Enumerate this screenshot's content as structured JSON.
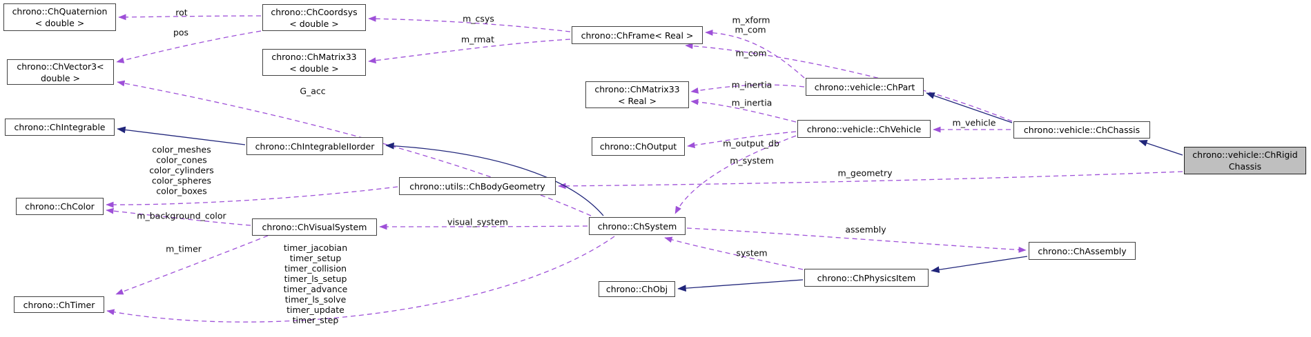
{
  "diagram": {
    "kind": "doxygen-collaboration-graph",
    "current_class": "chrono::vehicle::ChRigidChassis"
  },
  "colors": {
    "usage_edge": "#9e50d8",
    "inheritance_edge": "#20257a",
    "node_border": "#404040",
    "node_fill": "#ffffff",
    "current_node_fill": "#bfbfbf"
  },
  "nodes": {
    "quaternion": {
      "line1": "chrono::ChQuaternion",
      "line2": "< double >"
    },
    "vector3": {
      "line1": "chrono::ChVector3<",
      "line2": "double >"
    },
    "coordsys": {
      "line1": "chrono::ChCoordsys",
      "line2": "< double >"
    },
    "matrix33_double": {
      "line1": "chrono::ChMatrix33",
      "line2": "< double >"
    },
    "frame": {
      "line1": "chrono::ChFrame< Real >"
    },
    "matrix33_real": {
      "line1": "chrono::ChMatrix33",
      "line2": "< Real >"
    },
    "output": {
      "line1": "chrono::ChOutput"
    },
    "part": {
      "line1": "chrono::vehicle::ChPart"
    },
    "vehicle": {
      "line1": "chrono::vehicle::ChVehicle"
    },
    "chassis": {
      "line1": "chrono::vehicle::ChChassis"
    },
    "rigid_chassis": {
      "line1": "chrono::vehicle::ChRigid",
      "line2": "Chassis"
    },
    "integrable": {
      "line1": "chrono::ChIntegrable"
    },
    "integrable_iiorder": {
      "line1": "chrono::ChIntegrableIIorder"
    },
    "body_geometry": {
      "line1": "chrono::utils::ChBodyGeometry"
    },
    "color": {
      "line1": "chrono::ChColor"
    },
    "visual_system": {
      "line1": "chrono::ChVisualSystem"
    },
    "system": {
      "line1": "chrono::ChSystem"
    },
    "assembly": {
      "line1": "chrono::ChAssembly"
    },
    "physics_item": {
      "line1": "chrono::ChPhysicsItem"
    },
    "obj": {
      "line1": "chrono::ChObj"
    },
    "timer": {
      "line1": "chrono::ChTimer"
    }
  },
  "labels": {
    "rot": "rot",
    "pos": "pos",
    "m_csys": "m_csys",
    "m_rmat": "m_rmat",
    "m_xform": "m_xform",
    "m_com_upper": "m_com",
    "m_com_lower": "m_com",
    "m_inertia_upper": "m_inertia",
    "m_inertia_lower": "m_inertia",
    "m_vehicle": "m_vehicle",
    "m_output_db": "m_output_db",
    "m_system": "m_system",
    "m_geometry": "m_geometry",
    "g_acc": "G_acc",
    "color_group": "color_meshes\ncolor_cones\ncolor_cylinders\ncolor_spheres\ncolor_boxes",
    "m_background_color": "m_background_color",
    "visual_system": "visual_system",
    "m_timer": "m_timer",
    "timer_group": "timer_jacobian\ntimer_setup\ntimer_collision\ntimer_ls_setup\ntimer_advance\ntimer_ls_solve\ntimer_update\ntimer_step",
    "assembly": "assembly",
    "system": "system"
  },
  "edges": [
    {
      "from": "chrono::ChCoordsys< double >",
      "to": "chrono::ChQuaternion< double >",
      "label": "rot",
      "type": "member"
    },
    {
      "from": "chrono::ChCoordsys< double >",
      "to": "chrono::ChVector3< double >",
      "label": "pos",
      "type": "member"
    },
    {
      "from": "chrono::ChFrame< Real >",
      "to": "chrono::ChCoordsys< double >",
      "label": "m_csys",
      "type": "member"
    },
    {
      "from": "chrono::ChFrame< Real >",
      "to": "chrono::ChMatrix33< double >",
      "label": "m_rmat",
      "type": "member"
    },
    {
      "from": "chrono::vehicle::ChPart",
      "to": "chrono::ChFrame< Real >",
      "label": "m_xform m_com",
      "type": "member"
    },
    {
      "from": "chrono::vehicle::ChChassis",
      "to": "chrono::ChFrame< Real >",
      "label": "m_com",
      "type": "member"
    },
    {
      "from": "chrono::vehicle::ChPart",
      "to": "chrono::ChMatrix33< Real >",
      "label": "m_inertia",
      "type": "member"
    },
    {
      "from": "chrono::vehicle::ChVehicle",
      "to": "chrono::ChMatrix33< Real >",
      "label": "m_inertia",
      "type": "member"
    },
    {
      "from": "chrono::vehicle::ChChassis",
      "to": "chrono::vehicle::ChVehicle",
      "label": "m_vehicle",
      "type": "member"
    },
    {
      "from": "chrono::vehicle::ChVehicle",
      "to": "chrono::ChOutput",
      "label": "m_output_db",
      "type": "member"
    },
    {
      "from": "chrono::vehicle::ChVehicle",
      "to": "chrono::ChSystem",
      "label": "m_system",
      "type": "member"
    },
    {
      "from": "chrono::vehicle::ChRigidChassis",
      "to": "chrono::utils::ChBodyGeometry",
      "label": "m_geometry",
      "type": "member"
    },
    {
      "from": "chrono::ChSystem",
      "to": "chrono::ChVector3< double >",
      "label": "G_acc",
      "type": "member"
    },
    {
      "from": "chrono::utils::ChBodyGeometry",
      "to": "chrono::ChColor",
      "label": "color_meshes color_cones color_cylinders color_spheres color_boxes",
      "type": "member"
    },
    {
      "from": "chrono::ChVisualSystem",
      "to": "chrono::ChColor",
      "label": "m_background_color",
      "type": "member"
    },
    {
      "from": "chrono::ChSystem",
      "to": "chrono::ChVisualSystem",
      "label": "visual_system",
      "type": "member"
    },
    {
      "from": "chrono::ChVisualSystem",
      "to": "chrono::ChTimer",
      "label": "m_timer",
      "type": "member"
    },
    {
      "from": "chrono::ChSystem",
      "to": "chrono::ChTimer",
      "label": "timer_jacobian timer_setup timer_collision timer_ls_setup timer_advance timer_ls_solve timer_update timer_step",
      "type": "member"
    },
    {
      "from": "chrono::ChSystem",
      "to": "chrono::ChAssembly",
      "label": "assembly",
      "type": "member"
    },
    {
      "from": "chrono::ChPhysicsItem",
      "to": "chrono::ChSystem",
      "label": "system",
      "type": "member"
    },
    {
      "from": "chrono::ChIntegrableIIorder",
      "to": "chrono::ChIntegrable",
      "label": "",
      "type": "inheritance"
    },
    {
      "from": "chrono::ChSystem",
      "to": "chrono::ChIntegrableIIorder",
      "label": "",
      "type": "inheritance"
    },
    {
      "from": "chrono::vehicle::ChChassis",
      "to": "chrono::vehicle::ChPart",
      "label": "",
      "type": "inheritance"
    },
    {
      "from": "chrono::vehicle::ChRigidChassis",
      "to": "chrono::vehicle::ChChassis",
      "label": "",
      "type": "inheritance"
    },
    {
      "from": "chrono::ChAssembly",
      "to": "chrono::ChPhysicsItem",
      "label": "",
      "type": "inheritance"
    },
    {
      "from": "chrono::ChPhysicsItem",
      "to": "chrono::ChObj",
      "label": "",
      "type": "inheritance"
    }
  ]
}
